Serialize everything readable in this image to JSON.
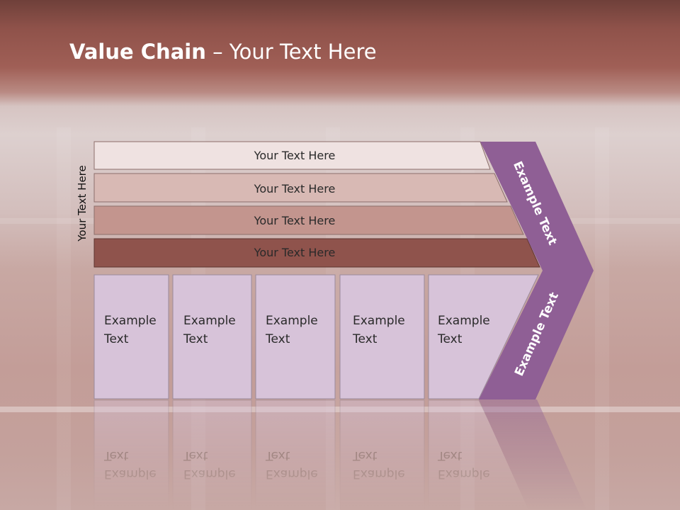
{
  "title": {
    "bold": "Value Chain",
    "rest": " – Your Text Here"
  },
  "side_label": "Your Text Here",
  "strips": [
    {
      "label": "Your Text Here",
      "color": "#efe2e1"
    },
    {
      "label": "Your Text Here",
      "color": "#d8b9b4"
    },
    {
      "label": "Your Text Here",
      "color": "#c3958e"
    },
    {
      "label": "Your Text Here",
      "color": "#8f534c"
    }
  ],
  "boxes": [
    {
      "line1": "Example",
      "line2": "Text"
    },
    {
      "line1": "Example",
      "line2": "Text"
    },
    {
      "line1": "Example",
      "line2": "Text"
    },
    {
      "line1": "Example",
      "line2": "Text"
    },
    {
      "line1": "Example",
      "line2": "Text"
    }
  ],
  "arrow": {
    "upper_label": "Example Text",
    "lower_label": "Example Text",
    "color": "#8f5f95"
  },
  "colors": {
    "box_fill": "#d7c3d9",
    "box_stroke": "#9a8a9c"
  }
}
